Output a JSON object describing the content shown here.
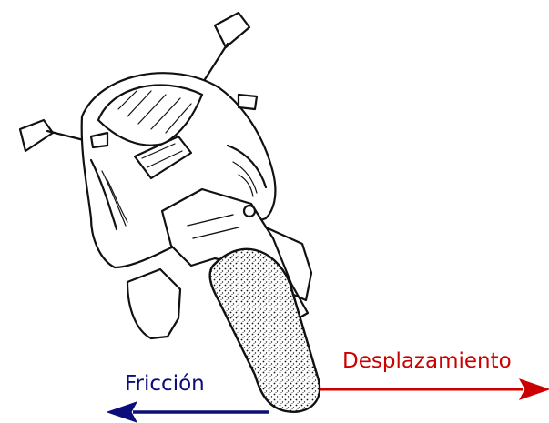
{
  "labels": {
    "friction": "Fricción",
    "displacement": "Desplazamiento"
  },
  "colors": {
    "friction": "#0d0d7a",
    "displacement": "#cc0000",
    "ink": "#111111",
    "background": "#ffffff"
  },
  "icons": {
    "motorcycle": "motorcycle-front-view-line-drawing",
    "friction_arrow": "arrow-left",
    "displacement_arrow": "arrow-right"
  }
}
